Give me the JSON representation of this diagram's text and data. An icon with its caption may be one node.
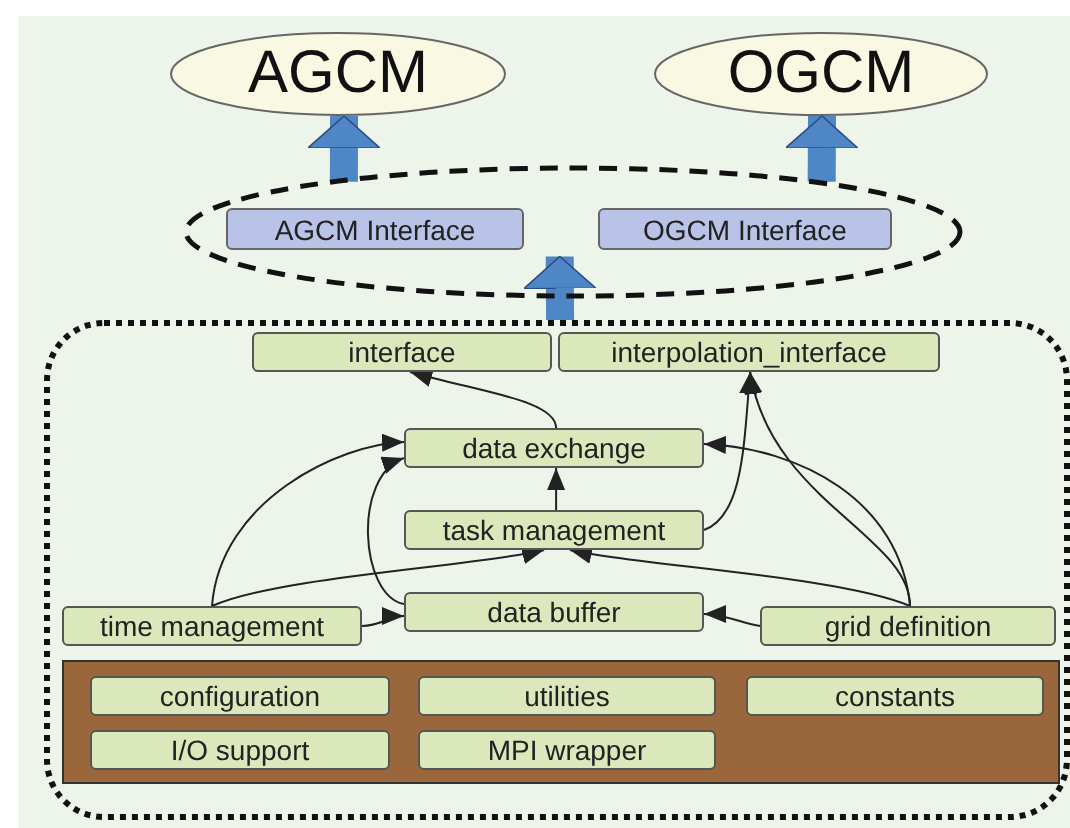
{
  "diagram": {
    "nodes": [
      {
        "text": [
          "AGCM"
        ]
      },
      {
        "text": [
          "OGCM"
        ]
      },
      {
        "text": [],
        "shape": "ellipse"
      },
      {
        "text": [
          "AGCM Interface"
        ],
        "in": 2
      },
      {
        "text": [
          "OGCM Interface"
        ],
        "in": 2
      },
      {
        "text": [],
        "shape": "box"
      },
      {
        "text": [
          "interface"
        ],
        "in": 5
      },
      {
        "text": [
          "interpolation_interface"
        ],
        "in": 5
      },
      {
        "text": [
          "data exchange"
        ],
        "in": 5
      },
      {
        "text": [
          "task management"
        ],
        "in": 5
      },
      {
        "text": [
          "time management"
        ],
        "in": 5
      },
      {
        "text": [
          "data buffer"
        ],
        "in": 5
      },
      {
        "text": [
          "grid definition"
        ],
        "in": 5
      },
      {
        "text": [],
        "shape": "box",
        "in": 5
      },
      {
        "text": [
          "configuration"
        ],
        "in": 13
      },
      {
        "text": [
          "utilities"
        ],
        "in": 13
      },
      {
        "text": [
          "constants"
        ],
        "in": 13
      },
      {
        "text": [
          "I/O support"
        ],
        "in": 13
      },
      {
        "text": [
          "MPI wrapper"
        ],
        "in": 13
      }
    ],
    "edges": [
      {
        "from": 2,
        "to": 0,
        "arrow": "to",
        "style": "thick",
        "color": "#4f86c6"
      },
      {
        "from": 2,
        "to": 1,
        "arrow": "to",
        "style": "thick",
        "color": "#4f86c6"
      },
      {
        "from": 5,
        "to": 2,
        "arrow": "to",
        "style": "thick",
        "color": "#4f86c6"
      },
      {
        "from": 8,
        "to": 6,
        "arrow": "to"
      },
      {
        "from": 9,
        "to": 8,
        "arrow": "to"
      },
      {
        "from": 9,
        "to": 7,
        "arrow": "to"
      },
      {
        "from": 12,
        "to": 7,
        "arrow": "to"
      },
      {
        "from": 12,
        "to": 8,
        "arrow": "to"
      },
      {
        "from": 12,
        "to": 9,
        "arrow": "to"
      },
      {
        "from": 12,
        "to": 11,
        "arrow": "to"
      },
      {
        "from": 10,
        "to": 8,
        "arrow": "to"
      },
      {
        "from": 10,
        "to": 9,
        "arrow": "to"
      },
      {
        "from": 10,
        "to": 11,
        "arrow": "to"
      },
      {
        "from": 11,
        "to": 8,
        "arrow": "to"
      }
    ]
  }
}
